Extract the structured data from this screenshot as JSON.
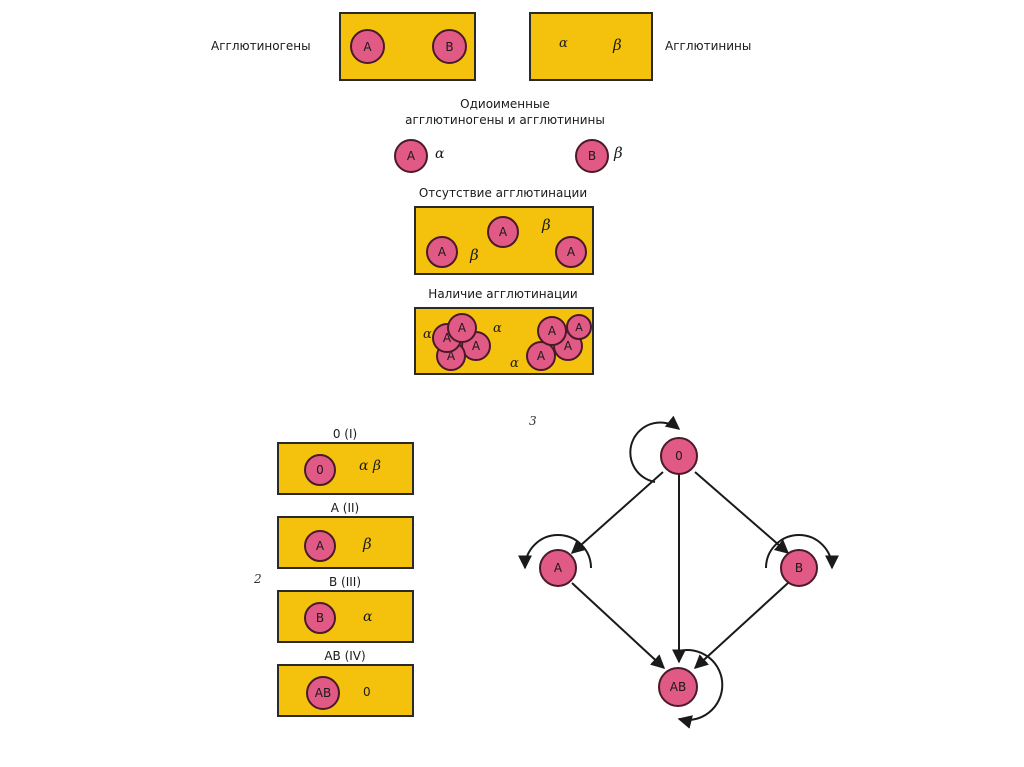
{
  "top": {
    "agglutinogens_label": "Агглютиногены",
    "agglutinins_label": "Агглютинины",
    "cell_a": "A",
    "cell_b": "B",
    "alpha": "α",
    "beta": "β"
  },
  "same_name": {
    "title_line1": "Одиоименные",
    "title_line2": "агглютиногены  и агглютинины",
    "cell_a": "A",
    "alpha": "α",
    "cell_b": "B",
    "beta": "β"
  },
  "absence": {
    "title": "Отсутствие агглютинации",
    "cell": "A",
    "beta": "β"
  },
  "presence": {
    "title": "Наличие  агглютинации",
    "cell": "A",
    "alpha": "α"
  },
  "groups": {
    "number": "2",
    "items": [
      {
        "title": "0 (I)",
        "cell": "0",
        "agglutinins": "α β"
      },
      {
        "title": "A (II)",
        "cell": "A",
        "agglutinins": "β"
      },
      {
        "title": "B (III)",
        "cell": "B",
        "agglutinins": "α"
      },
      {
        "title": "AB (IV)",
        "cell": "AB",
        "agglutinins": "0"
      }
    ]
  },
  "graph": {
    "number": "3",
    "nodes": {
      "o": "0",
      "a": "A",
      "b": "B",
      "ab": "AB"
    }
  },
  "colors": {
    "box": "#f4c20d",
    "cell": "#e05a85",
    "outline": "#2a2a2a"
  }
}
